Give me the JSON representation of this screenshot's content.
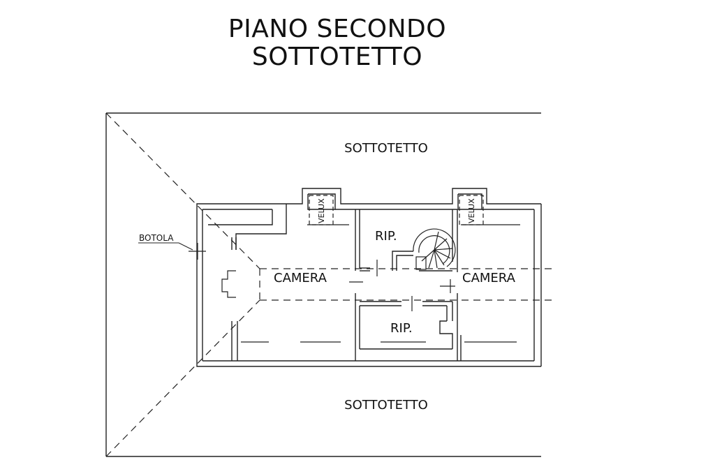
{
  "title": {
    "line1": "PIANO SECONDO",
    "line2": "SOTTOTETTO"
  },
  "plan": {
    "attic_top": "SOTTOTETTO",
    "attic_bottom": "SOTTOTETTO",
    "hatch": "BOTOLA",
    "room_left": "CAMERA",
    "room_right": "CAMERA",
    "storage_top": "RIP.",
    "storage_bottom": "RIP.",
    "skylight_left": "VELUX",
    "skylight_right": "VELUX"
  }
}
